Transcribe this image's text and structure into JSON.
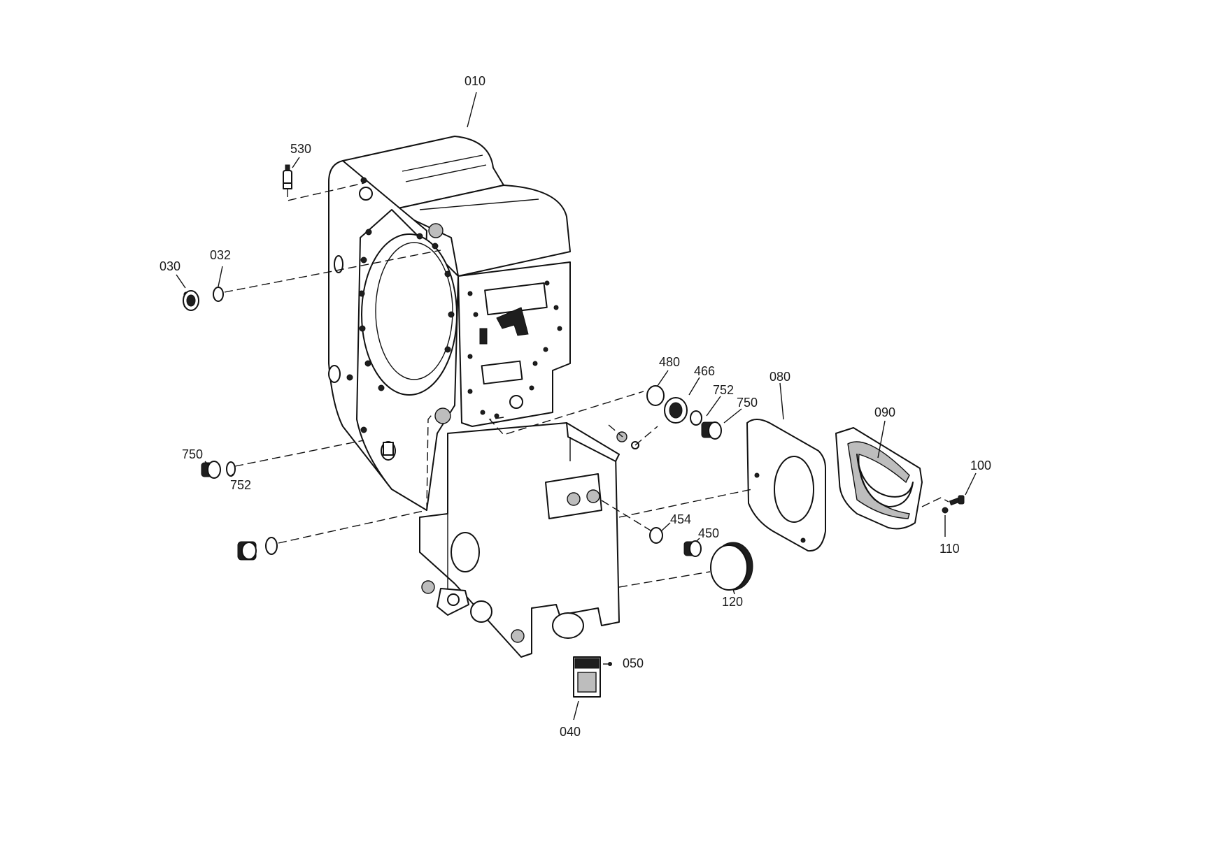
{
  "labels": {
    "p010": "010",
    "p530": "530",
    "p030": "030",
    "p032": "032",
    "p750a": "750",
    "p752a": "752",
    "p480": "480",
    "p466": "466",
    "p752b": "752",
    "p750b": "750",
    "p080": "080",
    "p090": "090",
    "p100": "100",
    "p110": "110",
    "p454": "454",
    "p450": "450",
    "p120": "120",
    "p050": "050",
    "p040": "040"
  }
}
